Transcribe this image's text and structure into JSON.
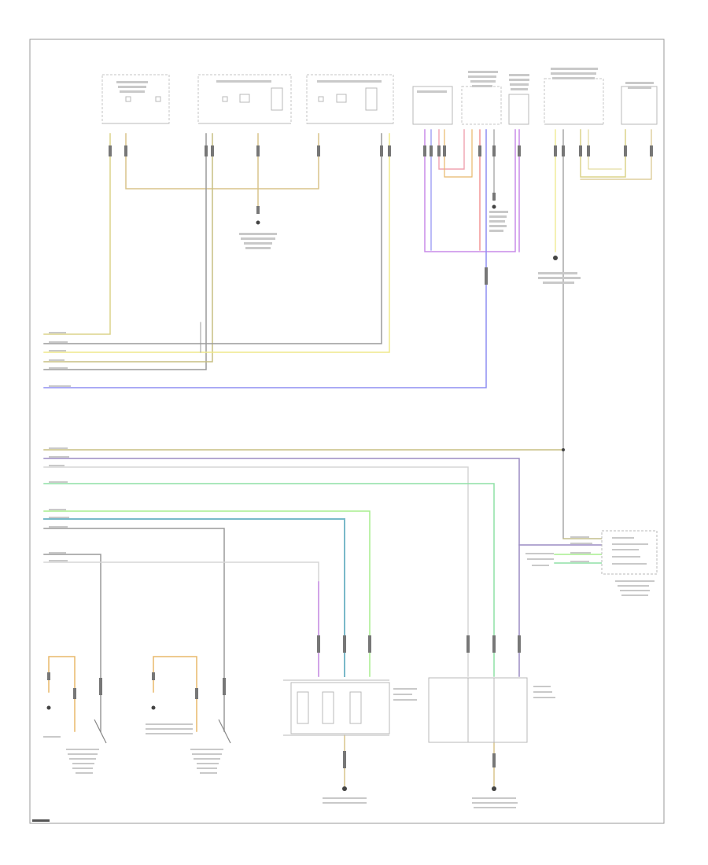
{
  "diagram": {
    "footer_code": "",
    "components": [
      {
        "id": "comp-01",
        "label": ""
      },
      {
        "id": "comp-02",
        "label": ""
      },
      {
        "id": "comp-03",
        "label": ""
      },
      {
        "id": "comp-04",
        "label": ""
      },
      {
        "id": "comp-05",
        "label": ""
      },
      {
        "id": "comp-06",
        "label": ""
      },
      {
        "id": "comp-07",
        "label": ""
      },
      {
        "id": "comp-08",
        "label": ""
      },
      {
        "id": "comp-09",
        "label": ""
      },
      {
        "id": "comp-10",
        "label": ""
      }
    ],
    "wire_colors": {
      "yellow": "#dcd38a",
      "tan": "#d8c48a",
      "orange": "#e8b86a",
      "gray": "#9a9a9a",
      "olive": "#c7bf82",
      "lightyellow": "#efe98c",
      "blue": "#8e8ef2",
      "purple": "#9c8cc4",
      "violet": "#c98ce8",
      "green": "#8fe0a6",
      "lightgreen": "#a7ee8d",
      "teal": "#79b9c9",
      "pink": "#f0a3b0",
      "red": "#f07a7a",
      "white": "#d6d6d6"
    }
  }
}
